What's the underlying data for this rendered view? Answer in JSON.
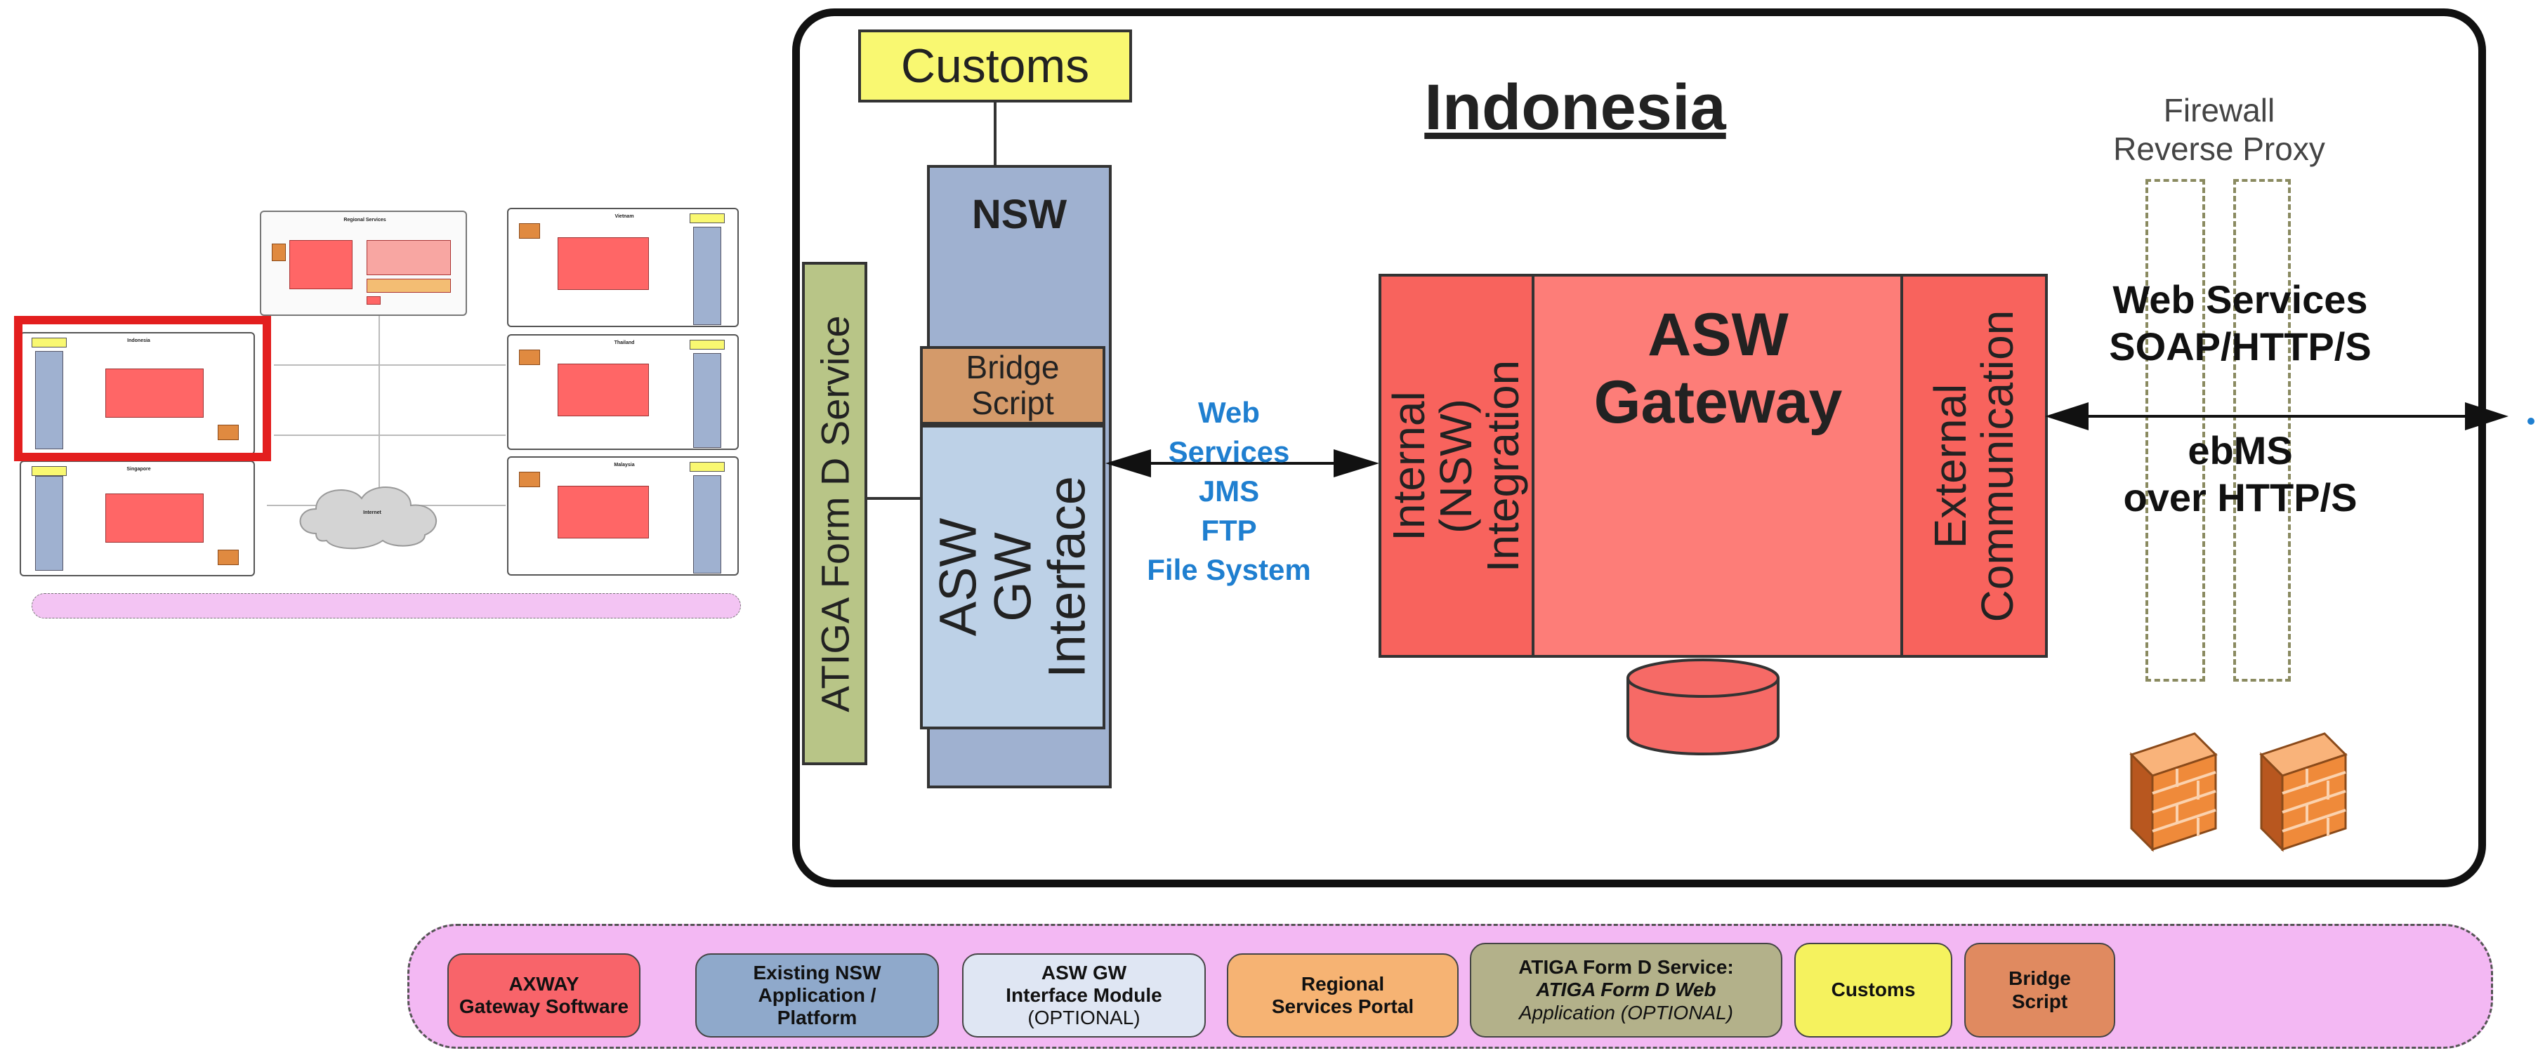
{
  "colors": {
    "customs": "#f9f871",
    "nsw": "#9fb1d0",
    "bridge": "#d49a6a",
    "interface": "#bdd1e7",
    "atiga": "#b8c587",
    "gateway": "#fd7d78",
    "gateway_side": "#f8635d",
    "protocol_blue": "#1f7fd0",
    "legend_bg": "#f3b8f3",
    "red_highlight": "#e31e1e"
  },
  "mini": {
    "regional_services": "Regional Services",
    "country_labels": [
      "Vietnam",
      "Thailand",
      "Malaysia",
      "Indonesia",
      "Singapore"
    ],
    "internet": "Internet"
  },
  "main": {
    "title": "Indonesia",
    "customs": "Customs",
    "nsw": "NSW",
    "bridge_script": "Bridge\nScript",
    "asw_gw_interface": "ASW GW\nInterface",
    "atiga": "ATIGA Form D Service",
    "protocols": [
      "Web",
      "Services",
      "JMS",
      "FTP",
      "File System"
    ],
    "internal_integration": "Internal (NSW)\nIntegration",
    "gateway": "ASW\nGateway",
    "external_comm": "External\nCommunication",
    "firewall_label": "Firewall\nReverse Proxy",
    "web_services": "Web Services\nSOAP/HTTP/S",
    "ebms": "ebMS\nover HTTP/S"
  },
  "legend": [
    {
      "line1": "AXWAY",
      "line2": "Gateway Software",
      "color": "#f8646a"
    },
    {
      "line1": "Existing NSW",
      "line2": "Application /",
      "line3": "Platform",
      "color": "#8fa9cb"
    },
    {
      "line1": "ASW GW",
      "line2": "Interface Module",
      "line3": "(OPTIONAL)",
      "color": "#dfe6f3"
    },
    {
      "line1": "Regional",
      "line2": "Services Portal",
      "color": "#f6b373"
    },
    {
      "line1": "ATIGA Form D Service:",
      "line2": "ATIGA Form D Web",
      "line3": "Application (OPTIONAL)",
      "color": "#b3b18a"
    },
    {
      "line1": "Customs",
      "color": "#f5f25e"
    },
    {
      "line1": "Bridge",
      "line2": "Script",
      "color": "#e08a60"
    }
  ]
}
